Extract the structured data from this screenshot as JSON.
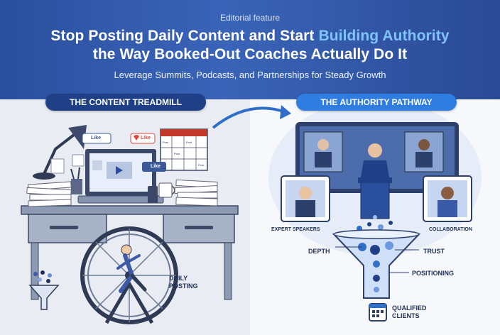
{
  "header": {
    "eyebrow": "Editorial feature",
    "headline_part1": "Stop Posting Daily Content and Start ",
    "headline_highlight": "Building Authority",
    "headline_line2": "the Way Booked-Out Coaches Actually Do It",
    "subhead": "Leverage Summits, Podcasts, and Partnerships for Steady Growth"
  },
  "left_panel": {
    "title": "THE CONTENT TREADMILL",
    "like_labels": [
      "Like",
      "Like",
      "Like"
    ],
    "post_labels": [
      "Post",
      "Post",
      "Post",
      "Post"
    ],
    "wheel_label_line1": "DAILY",
    "wheel_label_line2": "POSTING"
  },
  "right_panel": {
    "title": "THE AUTHORITY PATHWAY",
    "labels": {
      "expert_speakers": "EXPERT SPEAKERS",
      "collaboration": "COLLABORATION",
      "depth": "DEPTH",
      "trust": "TRUST",
      "positioning": "POSITIONING",
      "qualified_line1": "QUALIFIED",
      "qualified_line2": "CLIENTS"
    }
  },
  "colors": {
    "navy": "#1f3f86",
    "accent_blue": "#2f7de0",
    "highlight": "#7fc4ff",
    "like_red": "#e0453a"
  }
}
